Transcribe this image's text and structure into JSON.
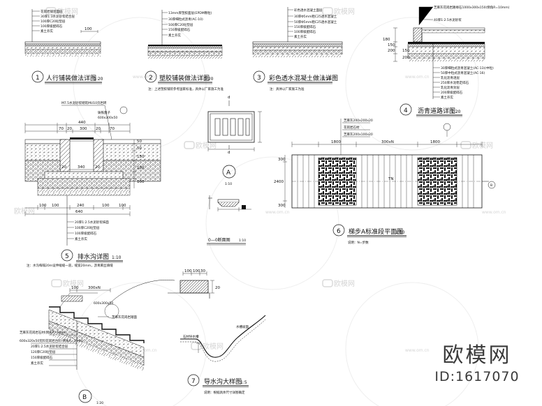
{
  "drawings": {
    "d1": {
      "number": "1",
      "title": "人行铺装做法详图",
      "scale": "1:20",
      "layers": [
        "花岗岩铺装面层",
        "30厚1:3水泥砂浆结合层",
        "100厚C20砼垫层",
        "100厚级配碎石",
        "素土夯实"
      ],
      "dim": "100"
    },
    "d2": {
      "number": "2",
      "title": "塑胶铺装做法详图",
      "scale": "1:20",
      "layers": [
        "13mm厚塑胶面层(EPDM颗粒)",
        "30厚细粒式沥青(AC-10)",
        "100厚C20砼垫层",
        "150厚级配碎石",
        "素土夯实"
      ],
      "note": "注：上述塑胶铺装参考国家标准，具体以厂家施工为准"
    },
    "d3": {
      "number": "3",
      "title": "彩色透水混凝土做法详图",
      "scale": "1:20",
      "layers": [
        "彩色透水混凝土面层",
        "30厚Φ5mm粗C25透水混凝土",
        "50厚Φ5mm粗C25透水混凝土",
        "150厚级配碎石",
        "100厚级配碎石",
        "素土夯实"
      ],
      "note": "注：具体以厂家施工为准"
    },
    "d4": {
      "number": "4",
      "title": "沥青道路详图",
      "scale": "1:20",
      "top_label": "芝麻灰花岗岩路缘石1000x300x150(倒角R=10mm)",
      "top_label2": "40厚1:2.5水泥砂浆",
      "layers": [
        "30厚细粒式沥青混凝土(AC-13)(中粒)",
        "50厚中粒式沥青混凝土(AC-16)",
        "乳化沥青透层",
        "250厚水泥稳定碎石",
        "乳化沥青封层",
        "200厚级配碎石",
        "素土夯实"
      ],
      "dims": [
        "180",
        "150",
        "200",
        "150",
        "200"
      ]
    },
    "d5": {
      "number": "5",
      "title": "排水沟详图",
      "scale": "1:10",
      "top_label": "M7.5水泥砂浆砌筑MU10页岩砖",
      "top_label2": "铸铁篦子",
      "grate": "600x300x50",
      "dims_top": [
        "440",
        "70",
        "20",
        "300",
        "20",
        "70"
      ],
      "dims_mid": [
        "20",
        "340",
        "20"
      ],
      "dims_bot": [
        "100",
        "100",
        "240",
        "100",
        "100"
      ],
      "dims_bot2": "640",
      "dims_side": [
        "50",
        "50",
        "150",
        "100",
        "100"
      ],
      "layers": [
        "20厚1:2.5水泥砂浆抹面",
        "100厚C20砼垫层",
        "100厚级配碎石",
        "素土夯实"
      ],
      "note": "注：水沟每隔20m设伸缩缝一道，缝宽20mm，沥青麻丝填缝"
    },
    "dA": {
      "letter": "A",
      "scale": "1:10",
      "marker": "d"
    },
    "d00": {
      "title": "0—0断面图",
      "scale": "1:10"
    },
    "d6": {
      "number": "6",
      "title": "梯步A标准段平面图",
      "scale": "1:50",
      "labels": [
        "芝麻灰200x200x20",
        "花岗岩石材",
        "芝麻灰200x100x20"
      ],
      "dims_top": [
        "1800",
        "300xN",
        "1800"
      ],
      "dims_side": [
        "300",
        "2400",
        "300"
      ],
      "mid": "TN",
      "note": "说明：N=步数",
      "section_mark": "B"
    },
    "dB": {
      "letter": "B",
      "scale": "1:20",
      "dims": [
        "100",
        "300xN"
      ],
      "grate": "600x300x50",
      "layers": [
        "芝麻灰花岗岩石材(倒角R=5mm)",
        "600x320x50荒料花岗岩台阶(倒角R=5mm)",
        "20厚1:2.5水泥砂浆结合层",
        "120厚C20砼垫层",
        "150厚级配碎石",
        "素土夯实"
      ],
      "right_label": "芝麻灰花岗岩踏面"
    },
    "d7": {
      "number": "7",
      "title": "导水沟大样图",
      "scale": "1:5",
      "note": "说明：根据具体尺寸详图确定",
      "dims": [
        "100",
        "100",
        "30",
        "20"
      ],
      "labels": [
        "石材导水槽",
        "水槽坡面"
      ]
    }
  },
  "watermark": {
    "site_text": "欧模网",
    "url_text": "www.om.cn"
  },
  "brand": {
    "name": "欧模网",
    "id": "ID:1617070"
  }
}
